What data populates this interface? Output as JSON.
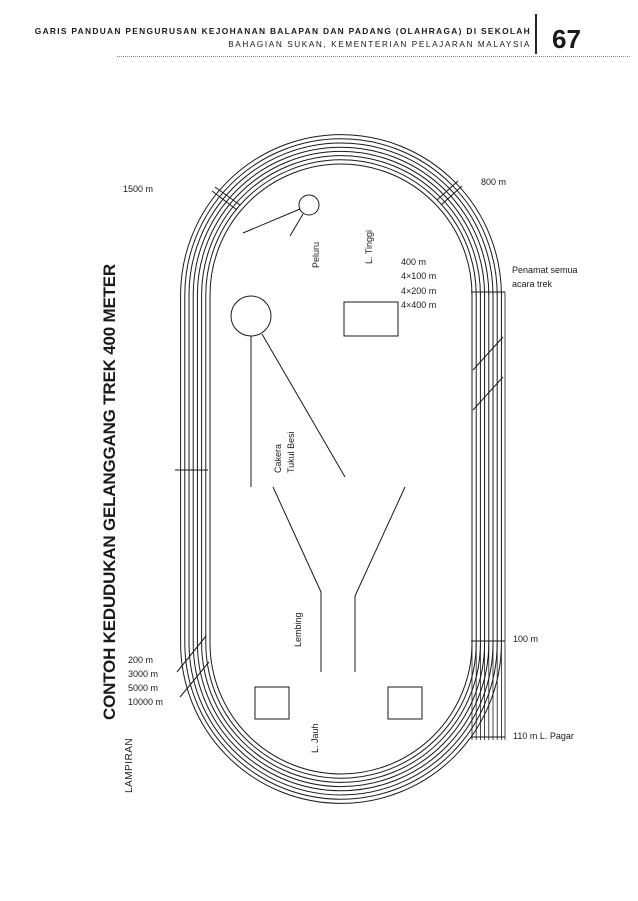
{
  "header": {
    "line1": "GARIS PANDUAN PENGURUSAN KEJOHANAN BALAPAN DAN PADANG (OLAHRAGA) DI SEKOLAH",
    "line2": "BAHAGIAN SUKAN, KEMENTERIAN PELAJARAN MALAYSIA",
    "page_number": "67"
  },
  "title": "CONTOH KEDUDUKAN GELANGGANG TREK 400 METER",
  "section": "LAMPIRAN",
  "diagram": {
    "start_1500": "1500 m",
    "start_800": "800 m",
    "relay_1": "400 m",
    "relay_2": "4×100 m",
    "relay_3": "4×200 m",
    "relay_4": "4×400 m",
    "finish_1": "Penamat semua",
    "finish_2": "acara trek",
    "start_100": "100 m",
    "start_110h": "110 m L. Pagar",
    "start_200": "200 m",
    "start_3000": "3000 m",
    "start_5000": "5000 m",
    "start_10000": "10000 m",
    "shot_put": "Peluru",
    "high_jump": "L. Tinggi",
    "discus": "Cakera",
    "hammer": "Tukul Besi",
    "javelin": "Lembing",
    "long_jump": "L. Jauh"
  }
}
